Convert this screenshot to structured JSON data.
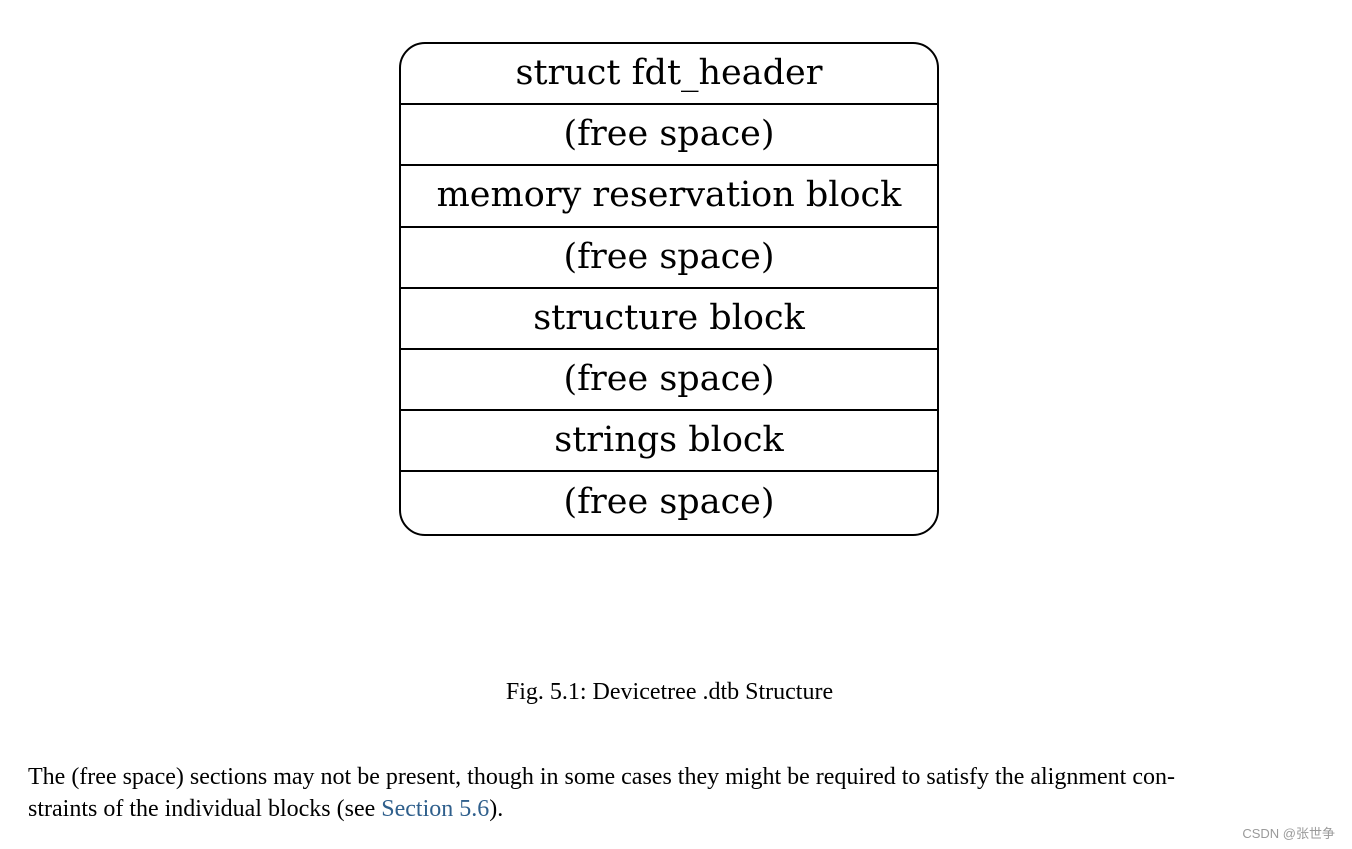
{
  "figure": {
    "rows": [
      "struct fdt_header",
      "(free space)",
      "memory reservation block",
      "(free space)",
      "structure block",
      "(free space)",
      "strings block",
      "(free space)"
    ],
    "caption": "Fig. 5.1: Devicetree .dtb Structure"
  },
  "paragraph": {
    "line1": "The (free space) sections may not be present, though in some cases they might be required to satisfy the alignment con-",
    "line2_before": "straints of the individual blocks (see ",
    "link": "Section 5.6",
    "line2_after": ")."
  },
  "watermark": "CSDN @张世争",
  "colors": {
    "link": "#2f5f8c",
    "watermark": "#9a9a9a"
  }
}
